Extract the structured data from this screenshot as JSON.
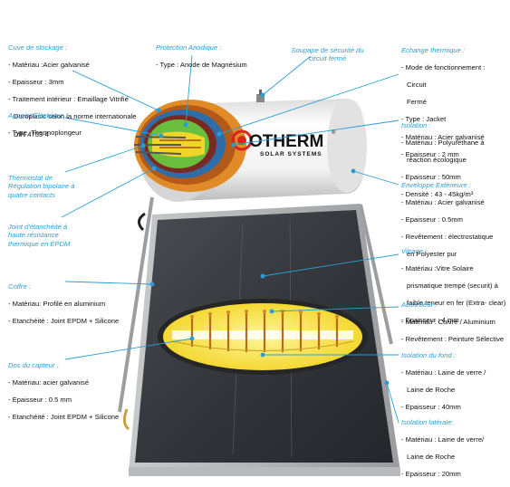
{
  "colors": {
    "title": "#2a9fd6",
    "leader": "#2a9fd6",
    "text": "#111111",
    "brand_red": "#d9261c"
  },
  "brand": {
    "name": "OTHERM",
    "tagline": "SOLAR SYSTEMS",
    "mark": "®"
  },
  "callouts": {
    "cuve": {
      "title": "Cuve de stockage :",
      "lines": [
        "- Matériau :Acier galvanisé",
        "- Epaisseur : 3mm",
        "- Traitement intérieur : Emaillage Vitrifié",
        "  Duroplasic selon la norme internationale",
        "  DIN 4753-4"
      ]
    },
    "protection": {
      "title": "Protection Anodique :",
      "lines": [
        "- Type : Anode de Magnésium"
      ]
    },
    "soupape": {
      "title": "Soupape de sécurité du circuit fermé",
      "lines": []
    },
    "echange": {
      "title": "Echange thermique :",
      "lines": [
        "- Mode de fonctionnement :",
        "  Circuit",
        "  Fermé",
        "- Type : Jacket",
        "- Matériau : Acier galvanisé",
        "- Epaisseur : 2 mm"
      ]
    },
    "appoint": {
      "title": "Appoint Electrique :",
      "lines": [
        "- Type :Thermoplongeur"
      ]
    },
    "isolation": {
      "title": "Isolation :",
      "lines": [
        "- Matériau : Polyuréthane à",
        "  réaction écologique",
        "- Epaisseur : 50mm",
        "- Densité : 43 - 45kg/m³"
      ]
    },
    "thermostat": {
      "title": "Thermostat de Régulation bipolaire à quatre contacts",
      "lines": []
    },
    "enveloppe": {
      "title": "Enveloppe Extérieure :",
      "lines": [
        "- Matériau : Acier galvanisé",
        "- Epaisseur : 0.5mm",
        "- Revêtement : électrostatique",
        "  en Polyester pur"
      ]
    },
    "joint": {
      "title": "Joint d'étanchéité à haute résistance thermique en EPDM",
      "lines": []
    },
    "vitrage": {
      "title": "Vitrage :",
      "lines": [
        "- Matériau :Vitre Solaire",
        "  prismatique trempé (securit) à",
        "  faible teneur en fer (Extra- clear)",
        "- Epaisseur : 4 mm"
      ]
    },
    "coffre": {
      "title": "Coffre :",
      "lines": [
        "- Matériau: Profilé en aluminium",
        "- Etanchéité : Joint EPDM + Silicone"
      ]
    },
    "absorbeur": {
      "title": "Absorbeur :",
      "lines": [
        "- Matériau : Cuivre / Aluminium",
        "- Revêtement : Peinture Sélective"
      ]
    },
    "dos": {
      "title": "Dos du capteur :",
      "lines": [
        "- Matériau: acier galvanisé",
        "- Epaisseur : 0.5 mm",
        "- Etanchéité : Joint EPDM + Silicone"
      ]
    },
    "isolfond": {
      "title": "Isolation du fond :",
      "lines": [
        "- Matériau : Laine de verre /",
        "  Laine de Roche",
        "- Epaisseur : 40mm"
      ]
    },
    "isollat": {
      "title": "Isolation latérale:",
      "lines": [
        "- Matériau : Laine de verre/",
        "  Laine de Roche",
        "- Epaisseur : 20mm"
      ]
    }
  }
}
